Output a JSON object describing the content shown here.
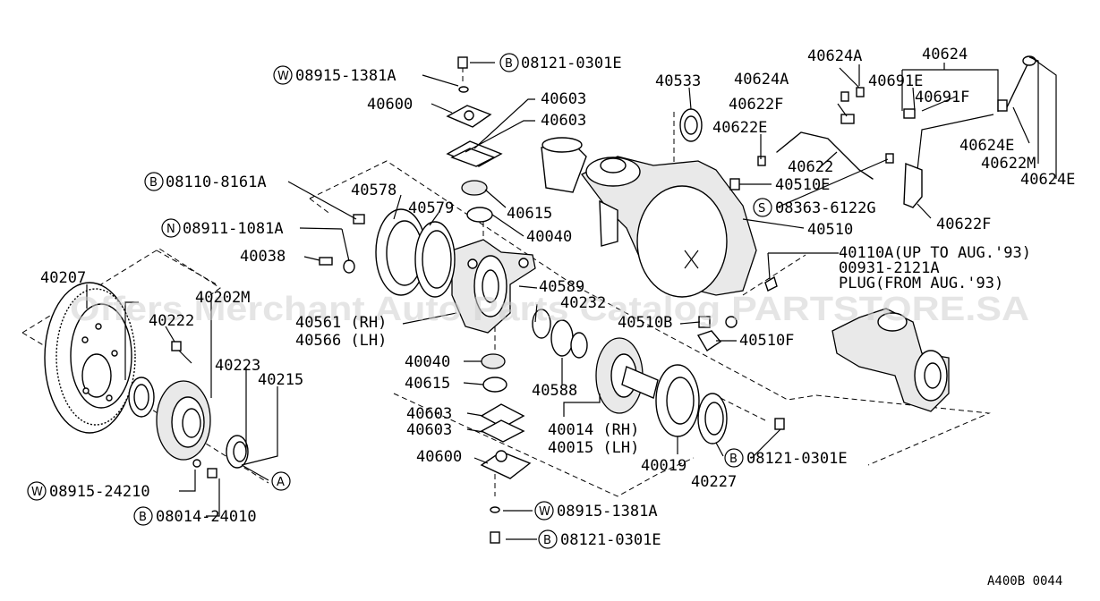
{
  "watermark": "Offers Merchant Auto Parts Catalog PARTSTORE.SA",
  "drawing_code": "A400B 0044",
  "bolt_badges": {
    "W": "W",
    "B": "B",
    "N": "N",
    "S": "S",
    "A": "A"
  },
  "labels": {
    "p08915_1381A_top": "08915-1381A",
    "p08121_0301E_top": "08121-0301E",
    "p40600_top": "40600",
    "p40603_a": "40603",
    "p40603_b": "40603",
    "p40533": "40533",
    "p40624A_a": "40624A",
    "p40624A_b": "40624A",
    "p40624": "40624",
    "p40691E": "40691E",
    "p40691F": "40691F",
    "p40622F_top": "40622F",
    "p40622E": "40622E",
    "p40624E_a": "40624E",
    "p40622M": "40622M",
    "p40624E_b": "40624E",
    "p40622": "40622",
    "p40510E": "40510E",
    "p08363_6122G": "08363-6122G",
    "p40622F_b": "40622F",
    "p08110_8161A": "08110-8161A",
    "p40578": "40578",
    "p40579": "40579",
    "p40615_top": "40615",
    "p40040_top": "40040",
    "p40510": "40510",
    "p08911_1081A": "08911-1081A",
    "p40038": "40038",
    "p40110A": "40110A(UP TO AUG.'93)",
    "p00931_2121A": "00931-2121A",
    "p_plug": "PLUG(FROM AUG.'93)",
    "p40207": "40207",
    "p40202M": "40202M",
    "p40222": "40222",
    "p40589": "40589",
    "p40232": "40232",
    "p40561": "40561 (RH)",
    "p40566": "40566 (LH)",
    "p40510B": "40510B",
    "p40510F": "40510F",
    "p40223": "40223",
    "p40215": "40215",
    "p40040_b": "40040",
    "p40615_b": "40615",
    "p40588": "40588",
    "p40603_c": "40603",
    "p40603_d": "40603",
    "p40014": "40014 (RH)",
    "p40015": "40015 (LH)",
    "p40600_b": "40600",
    "p40019": "40019",
    "p08121_0301E_r": "08121-0301E",
    "p40227": "40227",
    "p08915_24210": "08915-24210",
    "p08014_24010": "08014-24010",
    "p08915_1381A_b": "08915-1381A",
    "p08121_0301E_b": "08121-0301E"
  }
}
